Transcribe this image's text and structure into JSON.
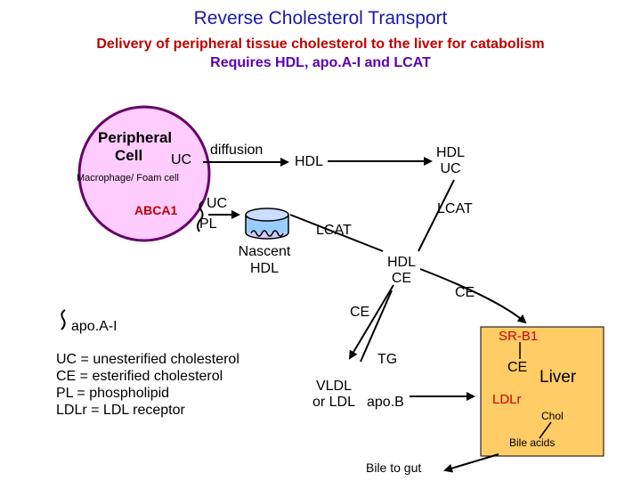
{
  "title": "Reverse Cholesterol Transport",
  "subtitle_line1": "Delivery of peripheral tissue cholesterol to the liver for catabolism",
  "subtitle_line2": "Requires HDL, apo.A-I and LCAT",
  "peripheral_cell": {
    "label_line1": "Peripheral",
    "label_line2": "Cell",
    "uc": "UC",
    "macrophage": "Macrophage/ Foam cell",
    "abca1": "ABCA1"
  },
  "diffusion": "diffusion",
  "hdl": "HDL",
  "hdl_uc_line1": "HDL",
  "hdl_uc_line2": "UC",
  "efflux_uc": "UC",
  "efflux_pl": "PL",
  "nascent_line1": "Nascent",
  "nascent_line2": "HDL",
  "lcat_left": "LCAT",
  "lcat_right": "LCAT",
  "hdl_ce_line1": "HDL",
  "hdl_ce_line2": "CE",
  "ce_right": "CE",
  "ce_left": "CE",
  "apoai": "apo.A-I",
  "legend": [
    "UC = unesterified cholesterol",
    "CE = esterified cholesterol",
    "PL = phospholipid",
    "LDLr = LDL receptor"
  ],
  "tg": "TG",
  "vldl_line1": "VLDL",
  "vldl_line2": "or LDL",
  "apob": "apo.B",
  "liver": {
    "srb1": "SR-B1",
    "ce": "CE",
    "label": "Liver",
    "ldlr": "LDLr",
    "chol": "Chol",
    "bile_acids": "Bile acids"
  },
  "bile_to_gut": "Bile to gut",
  "colors": {
    "title": "#1a1aa6",
    "subtitle_red": "#c00000",
    "subtitle_purple": "#5a00b4",
    "cell_fill": "#ffccff",
    "cell_border": "#660066",
    "liver_fill": "#ffcc66",
    "srb1": "#cc0000",
    "ldlr": "#cc0000",
    "nascent_fill": "#99ccff"
  }
}
